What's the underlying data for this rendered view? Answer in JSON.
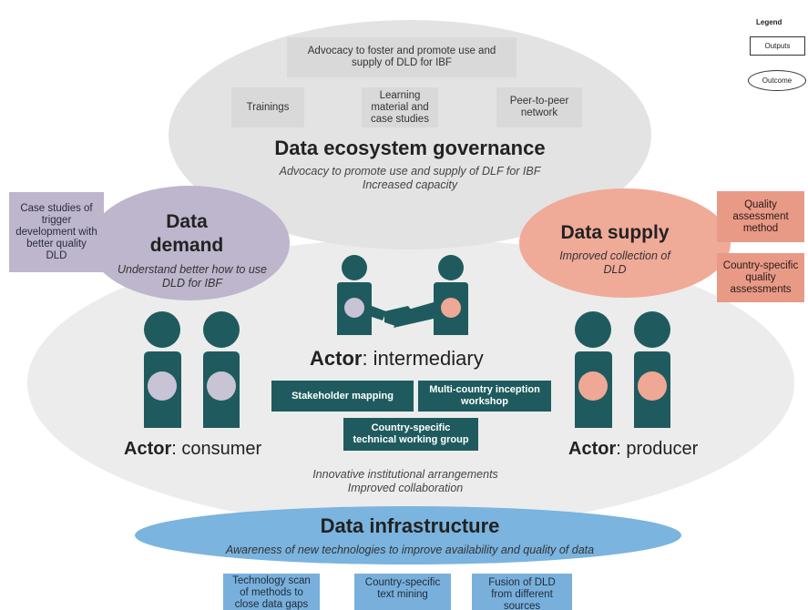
{
  "legend": {
    "title": "Legend",
    "outputs_label": "Outputs",
    "outcome_label": "Outcome"
  },
  "governance": {
    "outputs": {
      "advocacy": "Advocacy to foster and promote use and supply of DLD for IBF",
      "trainings": "Trainings",
      "learning": "Learning material and case studies",
      "peer": "Peer-to-peer network"
    },
    "title": "Data ecosystem governance",
    "outcome_line1": "Advocacy to promote use and supply of DLF for IBF",
    "outcome_line2": "Increased capacity"
  },
  "demand": {
    "output": "Case studies of trigger development with better quality DLD",
    "title": "Data demand",
    "outcome": "Understand better how to use DLD for IBF"
  },
  "supply": {
    "output1": "Quality assessment method",
    "output2": "Country-specific quality assessments",
    "title": "Data supply",
    "outcome": "Improved collection of DLD"
  },
  "actors": {
    "prefix": "Actor",
    "intermediary": ": intermediary",
    "consumer": ": consumer",
    "producer": ": producer"
  },
  "intermediary_outputs": {
    "stakeholder": "Stakeholder mapping",
    "workshop": "Multi-country inception workshop",
    "twg": "Country-specific technical working group"
  },
  "middle_outcome": {
    "line1": "Innovative institutional arrangements",
    "line2": "Improved collaboration"
  },
  "infrastructure": {
    "title": "Data infrastructure",
    "outcome": "Awareness of new technologies to improve availability and quality of data",
    "outputs": {
      "scan": "Technology scan of methods to close data gaps",
      "text_mining": "Country-specific text mining",
      "fusion": "Fusion of DLD from different sources"
    }
  },
  "colors": {
    "teal": "#1f5b5e",
    "lavender": "#bdb6cc",
    "salmon": "#e89a87",
    "grey_ellipse": "#e8e8e8",
    "blue": "#79b0db"
  }
}
